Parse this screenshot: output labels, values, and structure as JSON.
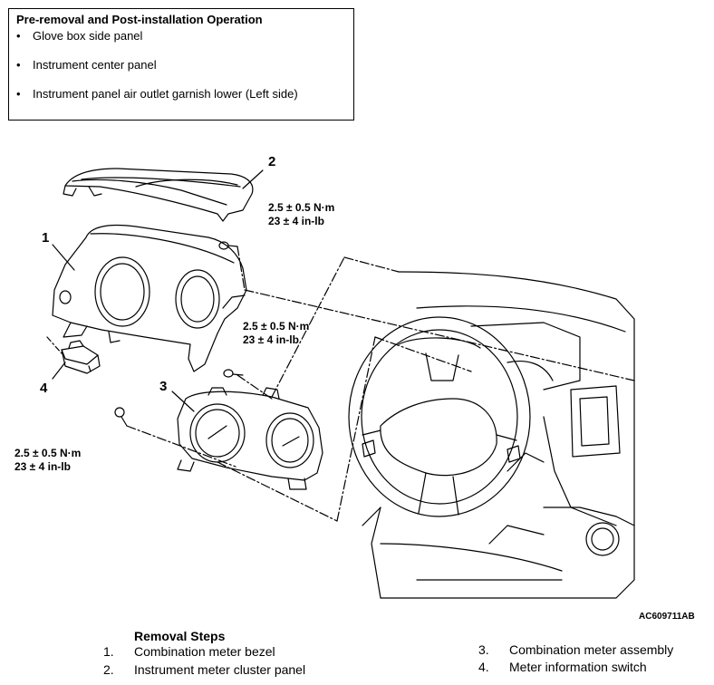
{
  "operation_box": {
    "title": "Pre-removal and Post-installation Operation",
    "bullet_glyph": "•",
    "items": [
      "Glove box side panel",
      "Instrument center panel",
      "Instrument panel air outlet garnish lower (Left side)"
    ]
  },
  "callouts": {
    "part_1": "1",
    "part_2": "2",
    "part_3": "3",
    "part_4": "4"
  },
  "torque_specs": [
    {
      "metric": "2.5 ± 0.5 N·m",
      "imperial": "23 ± 4 in-lb"
    },
    {
      "metric": "2.5 ± 0.5 N·m",
      "imperial": "23 ± 4 in-lb"
    },
    {
      "metric": "2.5 ± 0.5 N·m",
      "imperial": "23 ± 4 in-lb"
    }
  ],
  "figure_code": "AC609711AB",
  "removal_steps": {
    "title": "Removal Steps",
    "steps": [
      {
        "num": "1.",
        "label": "Combination meter bezel"
      },
      {
        "num": "2.",
        "label": "Instrument meter cluster panel"
      },
      {
        "num": "3.",
        "label": "Combination meter assembly"
      },
      {
        "num": "4.",
        "label": "Meter information switch"
      }
    ]
  }
}
